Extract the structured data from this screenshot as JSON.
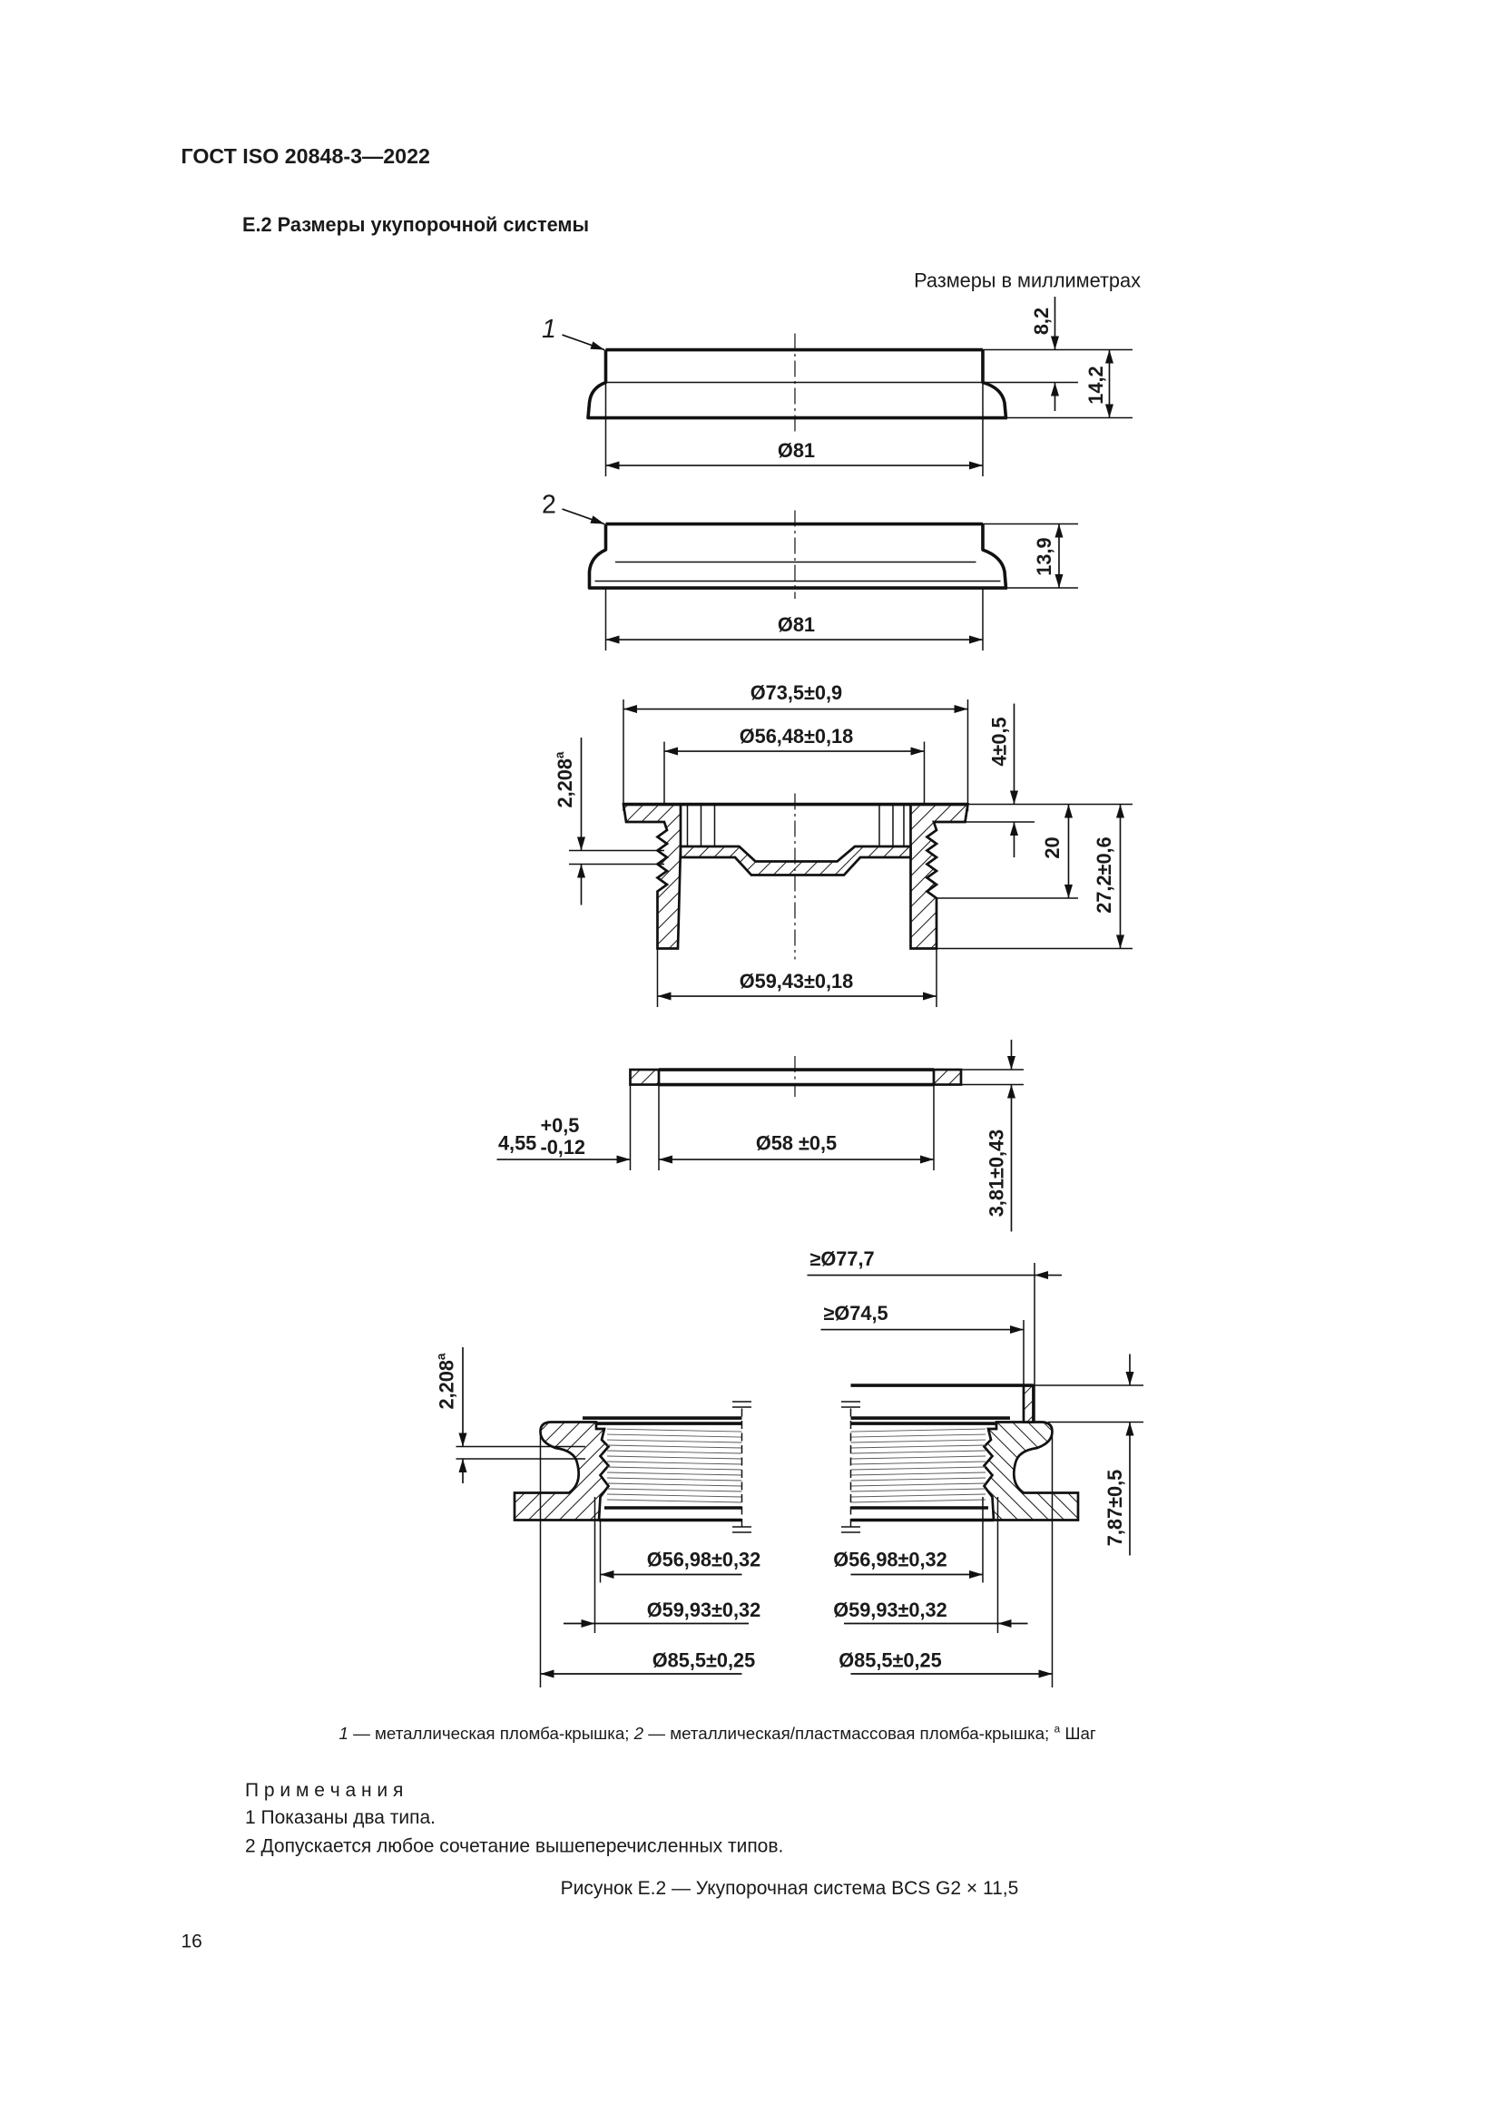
{
  "header": {
    "standard": "ГОСТ ISO 20848-3—2022"
  },
  "section_title": "E.2  Размеры укупорочной системы",
  "units_note": "Размеры в миллиметрах",
  "figure": {
    "callouts": [
      "1",
      "2"
    ],
    "cap1": {
      "height_top": "8,2",
      "height_total": "14,2",
      "diameter": "Ø81"
    },
    "cap2": {
      "height": "13,9",
      "diameter": "Ø81"
    },
    "plug": {
      "flange_diameter": "Ø73,5±0,9",
      "inner_diameter": "Ø56,48±0,18",
      "outer_thread_diameter": "Ø59,43±0,18",
      "flange_thickness": "4±0,5",
      "thread_length": "20",
      "total_height": "27,2±0,6",
      "pitch": "2,208",
      "pitch_mark": "a"
    },
    "gasket": {
      "width": "4,55",
      "width_tol_upper": "+0,5",
      "width_tol_lower": "-0,12",
      "inner_diameter": "Ø58 ±0,5",
      "thickness": "3,81±0,43"
    },
    "bung": {
      "min_outer_77": "≥Ø77,7",
      "min_outer_74": "≥Ø74,5",
      "height": "7,87±0,5",
      "pitch": "2,208",
      "pitch_mark": "a",
      "d1_left": "Ø56,98±0,32",
      "d1_right": "Ø56,98±0,32",
      "d2_left": "Ø59,93±0,32",
      "d2_right": "Ø59,93±0,32",
      "d3_left": "Ø85,5±0,25",
      "d3_right": "Ø85,5±0,25"
    }
  },
  "legend": {
    "n1": "1",
    "t1": " — металлическая пломба-крышка; ",
    "n2": "2",
    "t2": " — металлическая/пластмассовая пломба-крышка; ",
    "mark": "a",
    "t3": " Шаг"
  },
  "notes": {
    "title": "П р и м е ч а н и я",
    "items": [
      "1 Показаны два типа.",
      "2 Допускается любое сочетание вышеперечисленных типов."
    ]
  },
  "caption": "Рисунок E.2 — Укупорочная система BCS G2 × 11,5",
  "page_number": "16"
}
